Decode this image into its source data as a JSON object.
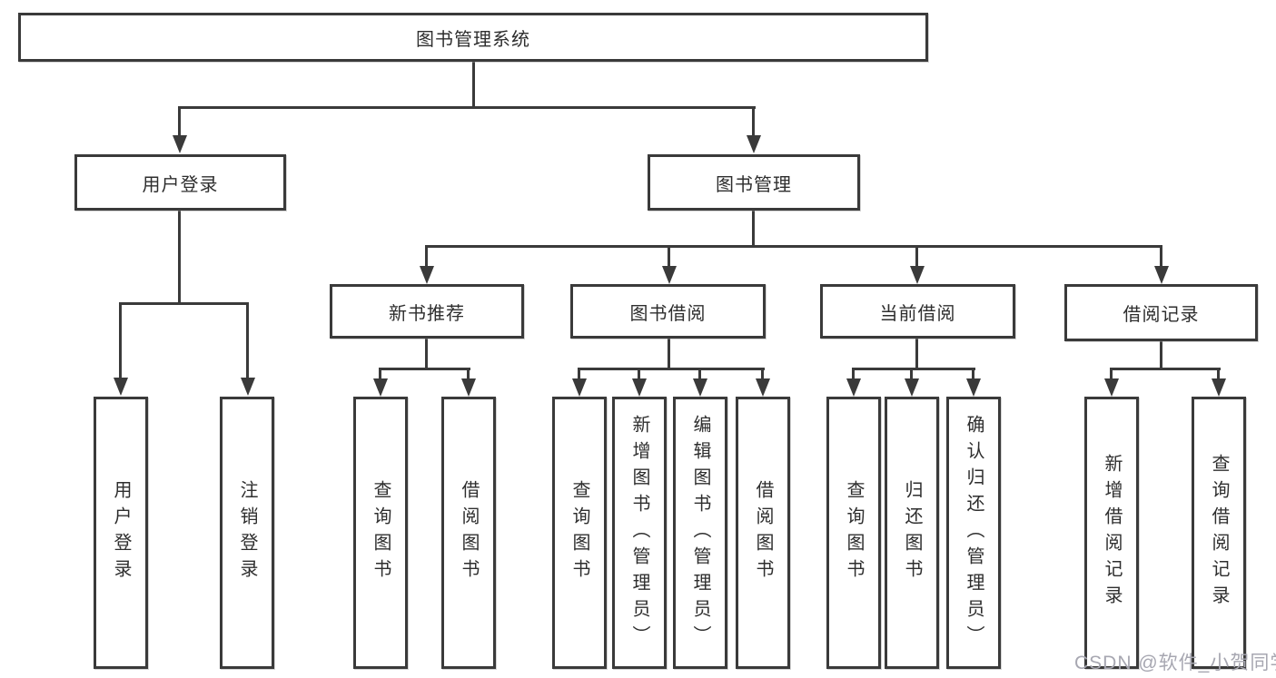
{
  "root": {
    "label": "图书管理系统"
  },
  "level2": {
    "user_login": {
      "label": "用户登录"
    },
    "book_management": {
      "label": "图书管理"
    }
  },
  "level3": {
    "new_books": {
      "label": "新书推荐"
    },
    "book_borrowing": {
      "label": "图书借阅"
    },
    "current_borrowing": {
      "label": "当前借阅"
    },
    "borrowing_records": {
      "label": "借阅记录"
    }
  },
  "leaves": {
    "user_login": [
      "用户登录",
      "注销登录"
    ],
    "new_books": [
      "查询图书",
      "借阅图书"
    ],
    "book_borrowing": [
      "查询图书",
      "新增图书（管理员）",
      "编辑图书（管理员）",
      "借阅图书"
    ],
    "current_borrowing": [
      "查询图书",
      "归还图书",
      "确认归还（管理员）"
    ],
    "borrowing_records": [
      "新增借阅记录",
      "查询借阅记录"
    ]
  },
  "watermark": "CSDN @软件_小贺同学",
  "colors": {
    "line": "#3a3a3a",
    "text": "#2e2e2e",
    "watermark": "#a7a7b1",
    "background": "#ffffff"
  }
}
